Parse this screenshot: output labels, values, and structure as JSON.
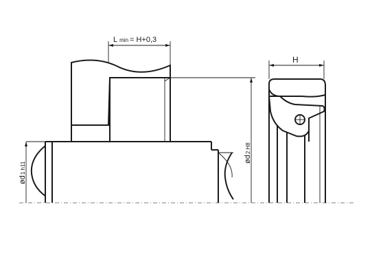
{
  "labels": {
    "lmin_main": "L",
    "lmin_sub": "min",
    "lmin_value": "= H+0,3",
    "h": "H",
    "d1_main": "ød",
    "d1_sub": "1 h11",
    "d2_main": "ød",
    "d2_sub": "2 H8"
  },
  "colors": {
    "line": "#1a1a1a",
    "hatch": "#333333",
    "seal_fill": "#e6e6e6"
  }
}
